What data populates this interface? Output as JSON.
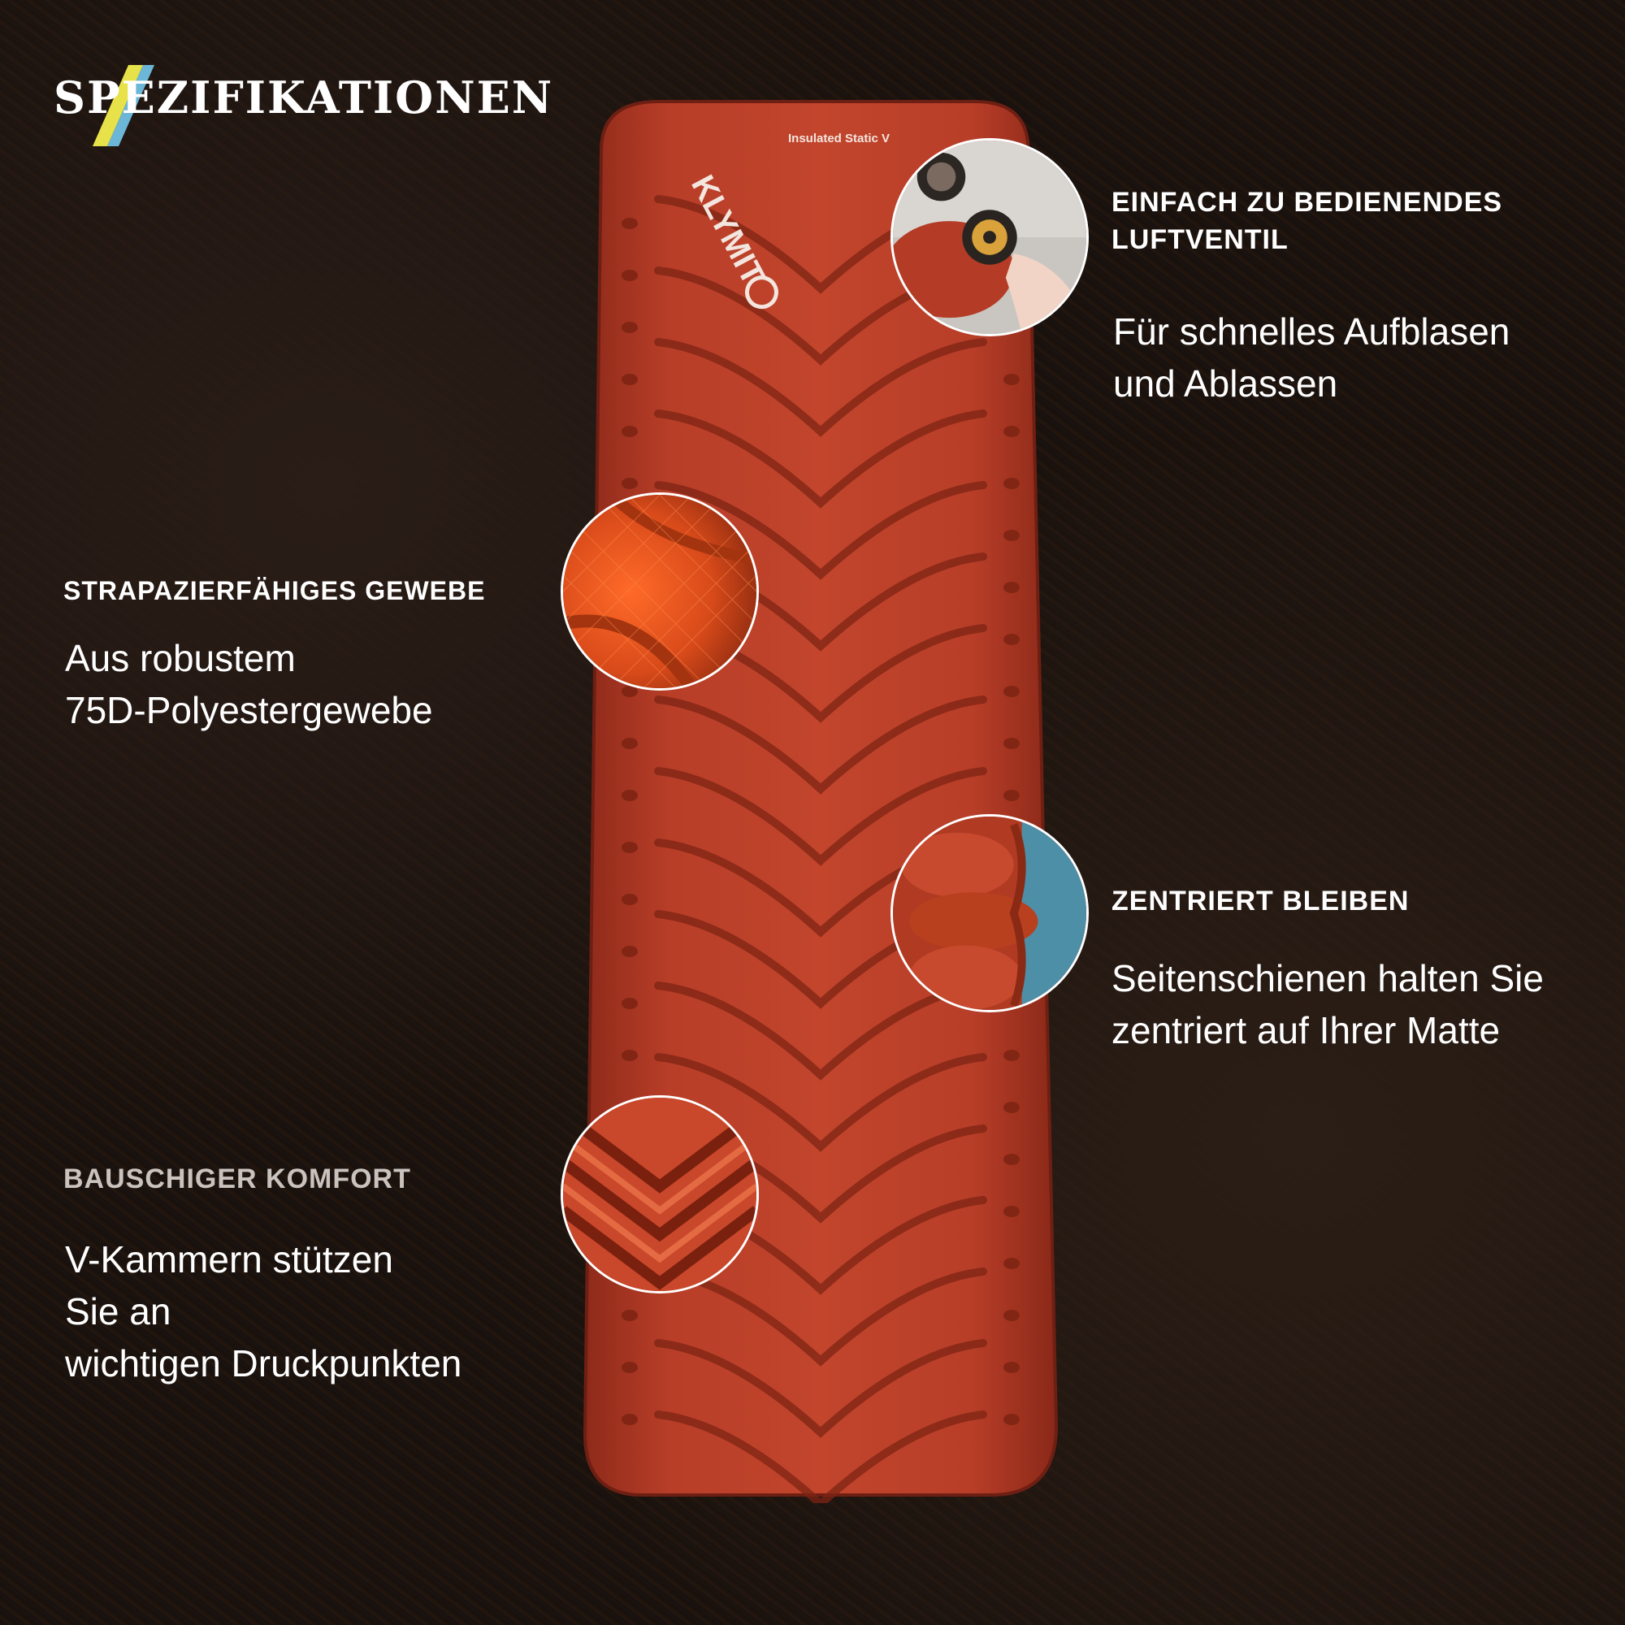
{
  "header": {
    "title": "SPEZIFIKATIONEN"
  },
  "product": {
    "brand_logo": "KLYMIT",
    "model_label": "Insulated Static V",
    "color": "#b63a26"
  },
  "features": [
    {
      "heading": "EINFACH ZU BEDIENENDES LUFTVENTIL",
      "body_lines": [
        "Für schnelles Aufblasen",
        "und Ablassen"
      ],
      "icon": "air-valve-photo"
    },
    {
      "heading": "STRAPAZIERFÄHIGES GEWEBE",
      "body_lines": [
        "Aus robustem",
        "75D-Polyestergewebe"
      ],
      "icon": "fabric-closeup-photo"
    },
    {
      "heading": "ZENTRIERT BLEIBEN",
      "body_lines": [
        "Seitenschienen halten Sie",
        "zentriert auf Ihrer Matte"
      ],
      "icon": "side-rail-photo"
    },
    {
      "heading": "BAUSCHIGER KOMFORT",
      "body_lines": [
        "V-Kammern stützen",
        "Sie an",
        "wichtigen Druckpunkten"
      ],
      "icon": "v-chamber-photo"
    }
  ],
  "colors": {
    "accent_yellow": "#e8e24a",
    "accent_blue": "#6cb6d8",
    "mat_red": "#b63a26",
    "background": "#1a120e"
  }
}
